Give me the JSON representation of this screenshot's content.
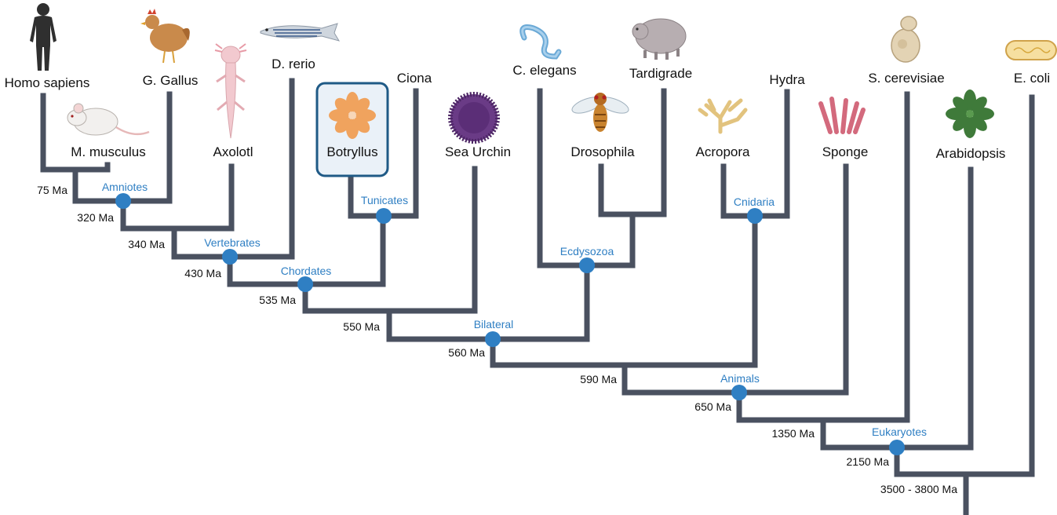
{
  "colors": {
    "branch": "#4a5160",
    "node": "#2f7fc3",
    "clade_label": "#2f7fc3",
    "highlight_border": "#1f5a86",
    "highlight_fill": "#eaf1f8"
  },
  "taxa": {
    "homo": "Homo sapiens",
    "mouse": "M. musculus",
    "gallus": "G. Gallus",
    "axolotl": "Axolotl",
    "drerio": "D. rerio",
    "botryllus": "Botryllus",
    "ciona": "Ciona",
    "urchin": "Sea Urchin",
    "celegans": "C. elegans",
    "drosophila": "Drosophila",
    "tardigrade": "Tardigrade",
    "acropora": "Acropora",
    "hydra": "Hydra",
    "sponge": "Sponge",
    "scerevisiae": "S. cerevisiae",
    "arabidopsis": "Arabidopsis",
    "ecoli": "E. coli"
  },
  "clades": {
    "amniotes": "Amniotes",
    "vertebrates": "Vertebrates",
    "chordates": "Chordates",
    "tunicates": "Tunicates",
    "ecdysozoa": "Ecdysozoa",
    "bilateral": "Bilateral",
    "cnidaria": "Cnidaria",
    "animals": "Animals",
    "eukaryotes": "Eukaryotes"
  },
  "ages": {
    "a75": "75 Ma",
    "a320": "320 Ma",
    "a340": "340 Ma",
    "a430": "430 Ma",
    "a535": "535 Ma",
    "a550": "550 Ma",
    "a560": "560 Ma",
    "a590": "590 Ma",
    "a650": "650 Ma",
    "a1350": "1350 Ma",
    "a2150": "2150 Ma",
    "a3500": "3500 - 3800 Ma"
  },
  "icons": {
    "homo": "human-silhouette-icon",
    "mouse": "mouse-icon",
    "gallus": "chicken-icon",
    "axolotl": "axolotl-icon",
    "drerio": "zebrafish-icon",
    "botryllus": "botryllus-colony-icon",
    "urchin": "sea-urchin-icon",
    "celegans": "worm-icon",
    "drosophila": "fruit-fly-icon",
    "tardigrade": "tardigrade-icon",
    "acropora": "coral-icon",
    "sponge": "sponge-icon",
    "scerevisiae": "yeast-icon",
    "arabidopsis": "arabidopsis-plant-icon",
    "ecoli": "bacterium-icon"
  }
}
